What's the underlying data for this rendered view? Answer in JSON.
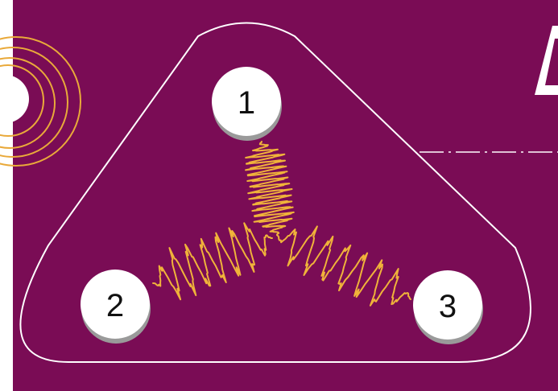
{
  "colors": {
    "background": "#7a0c55",
    "outline": "#ffffff",
    "spring": "#f0b33a",
    "node_fill": "#ffffff",
    "node_shadow": "#9a9a9a",
    "label": "#111111",
    "arc": "#e9a93a"
  },
  "nodes": [
    {
      "label": "1"
    },
    {
      "label": "2"
    },
    {
      "label": "3"
    }
  ],
  "springs": [
    {
      "from": "1",
      "to": "center",
      "style": "dense-coil"
    },
    {
      "from": "2",
      "to": "center",
      "style": "loose-coil"
    },
    {
      "from": "3",
      "to": "center",
      "style": "loose-coil"
    }
  ]
}
